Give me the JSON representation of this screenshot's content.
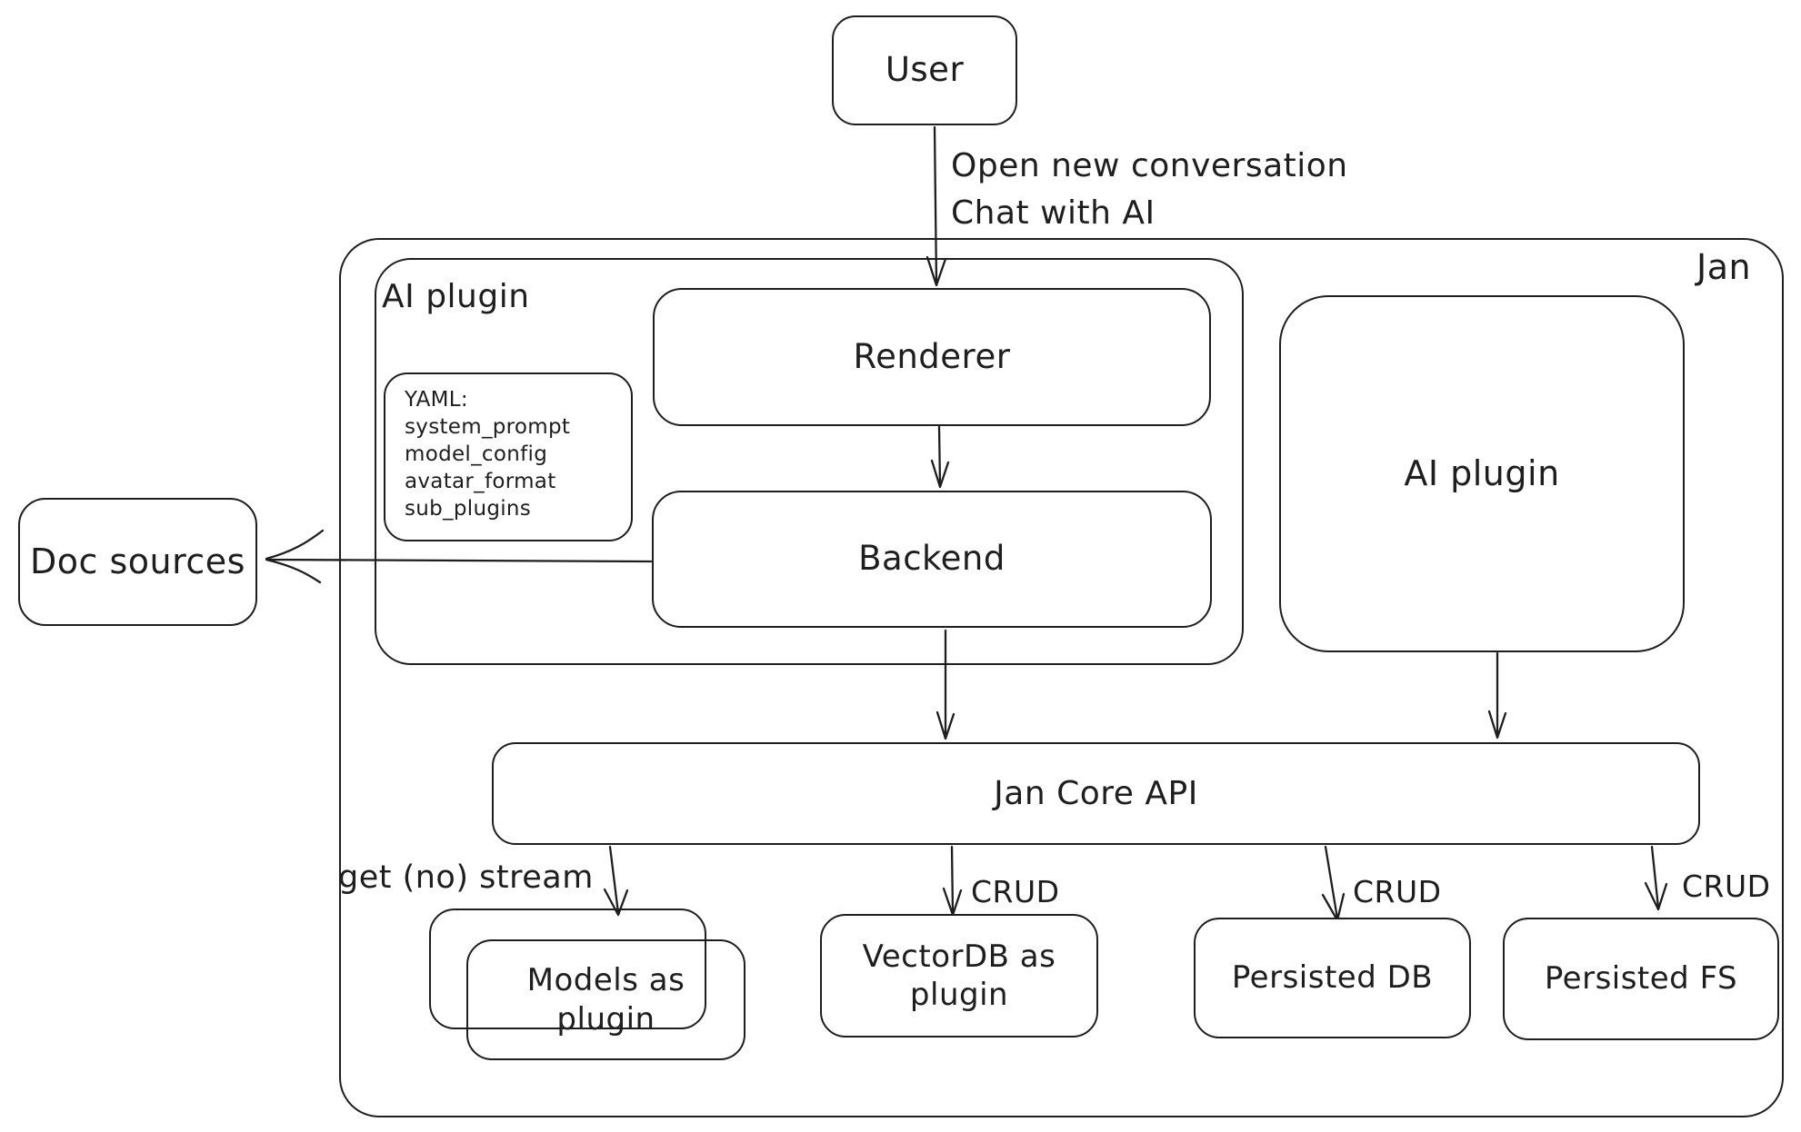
{
  "colors": {
    "stroke": "#1e1e1e",
    "background": "#ffffff"
  },
  "nodes": {
    "user": {
      "label": "User"
    },
    "jan_container": {
      "label": "Jan"
    },
    "ai_plugin_group": {
      "label": "AI plugin"
    },
    "yaml_note": {
      "lines": [
        "YAML:",
        "system_prompt",
        "model_config",
        "avatar_format",
        "sub_plugins"
      ]
    },
    "renderer": {
      "label": "Renderer"
    },
    "backend": {
      "label": "Backend"
    },
    "ai_plugin_box": {
      "label": "AI plugin"
    },
    "doc_sources": {
      "label": "Doc sources"
    },
    "jan_core_api": {
      "label": "Jan Core API"
    },
    "models_plugin": {
      "label": "Models as plugin"
    },
    "vectordb_plugin": {
      "label": "VectorDB as plugin"
    },
    "persisted_db": {
      "label": "Persisted DB"
    },
    "persisted_fs": {
      "label": "Persisted FS"
    }
  },
  "edge_labels": {
    "user_to_renderer": [
      "Open new conversation",
      "Chat with AI"
    ],
    "core_to_models": "get (no) stream",
    "core_to_vectordb": "CRUD",
    "core_to_persisted_db": "CRUD",
    "core_to_persisted_fs": "CRUD"
  }
}
